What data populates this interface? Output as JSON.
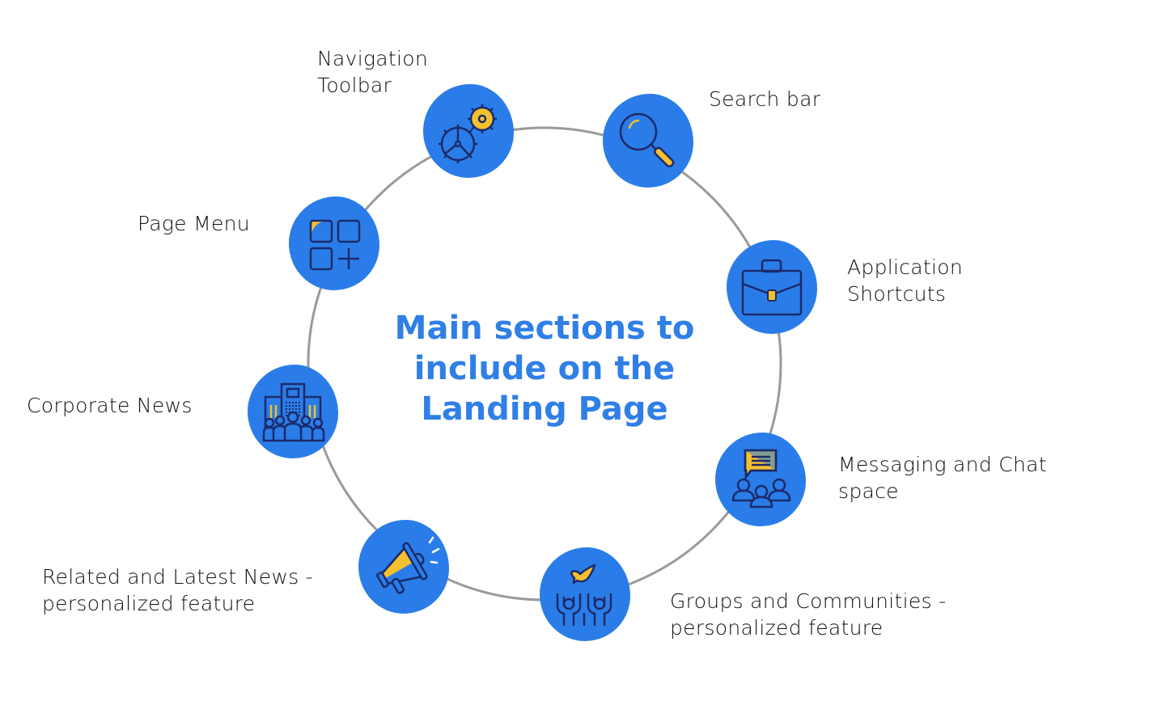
{
  "title": {
    "lines": [
      "Main sections to",
      "include on the",
      "Landing Page"
    ]
  },
  "colors": {
    "blob": "#2a7de8",
    "title": "#2f7fe6",
    "icon_stroke": "#1c2a6b",
    "icon_accent": "#f5c02e",
    "ring": "#9a9a9a",
    "label": "#111111"
  },
  "sections": [
    {
      "id": "navigation-toolbar",
      "icon": "gears-icon",
      "label": "Navigation\nToolbar"
    },
    {
      "id": "search-bar",
      "icon": "magnifier-icon",
      "label": "Search bar"
    },
    {
      "id": "application-shortcuts",
      "icon": "briefcase-icon",
      "label": "Application\nShortcuts"
    },
    {
      "id": "messaging-chat",
      "icon": "chat-group-icon",
      "label": "Messaging and Chat\nspace"
    },
    {
      "id": "groups-communities",
      "icon": "dove-hands-icon",
      "label": "Groups and Communities -\npersonalized feature"
    },
    {
      "id": "related-latest-news",
      "icon": "megaphone-icon",
      "label": "Related and Latest News -\npersonalized feature"
    },
    {
      "id": "corporate-news",
      "icon": "building-people-icon",
      "label": "Corporate News"
    },
    {
      "id": "page-menu",
      "icon": "grid-add-icon",
      "label": "Page Menu"
    }
  ]
}
